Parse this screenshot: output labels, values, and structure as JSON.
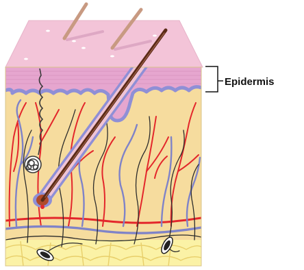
{
  "labels": {
    "epidermis": "Epidermis"
  },
  "colors": {
    "surface_top": "#f3c4d8",
    "epidermis": "#e6a6cf",
    "basal_layer": "#8f8fd6",
    "dermis": "#f6dc9e",
    "hypodermis_fat": "#fbf2a6",
    "artery": "#e3262b",
    "vein": "#7f83c8",
    "nerve": "#2b2b2b",
    "hair": "#5a2a16",
    "hair_shaft_surface": "#c89a82"
  },
  "structures": [
    "skin-surface",
    "epidermis-layer",
    "dermis-layer",
    "hypodermis-fat",
    "hair-follicle",
    "sweat-gland",
    "blood-vessels",
    "nerve-fibers",
    "pacinian-corpuscles"
  ]
}
